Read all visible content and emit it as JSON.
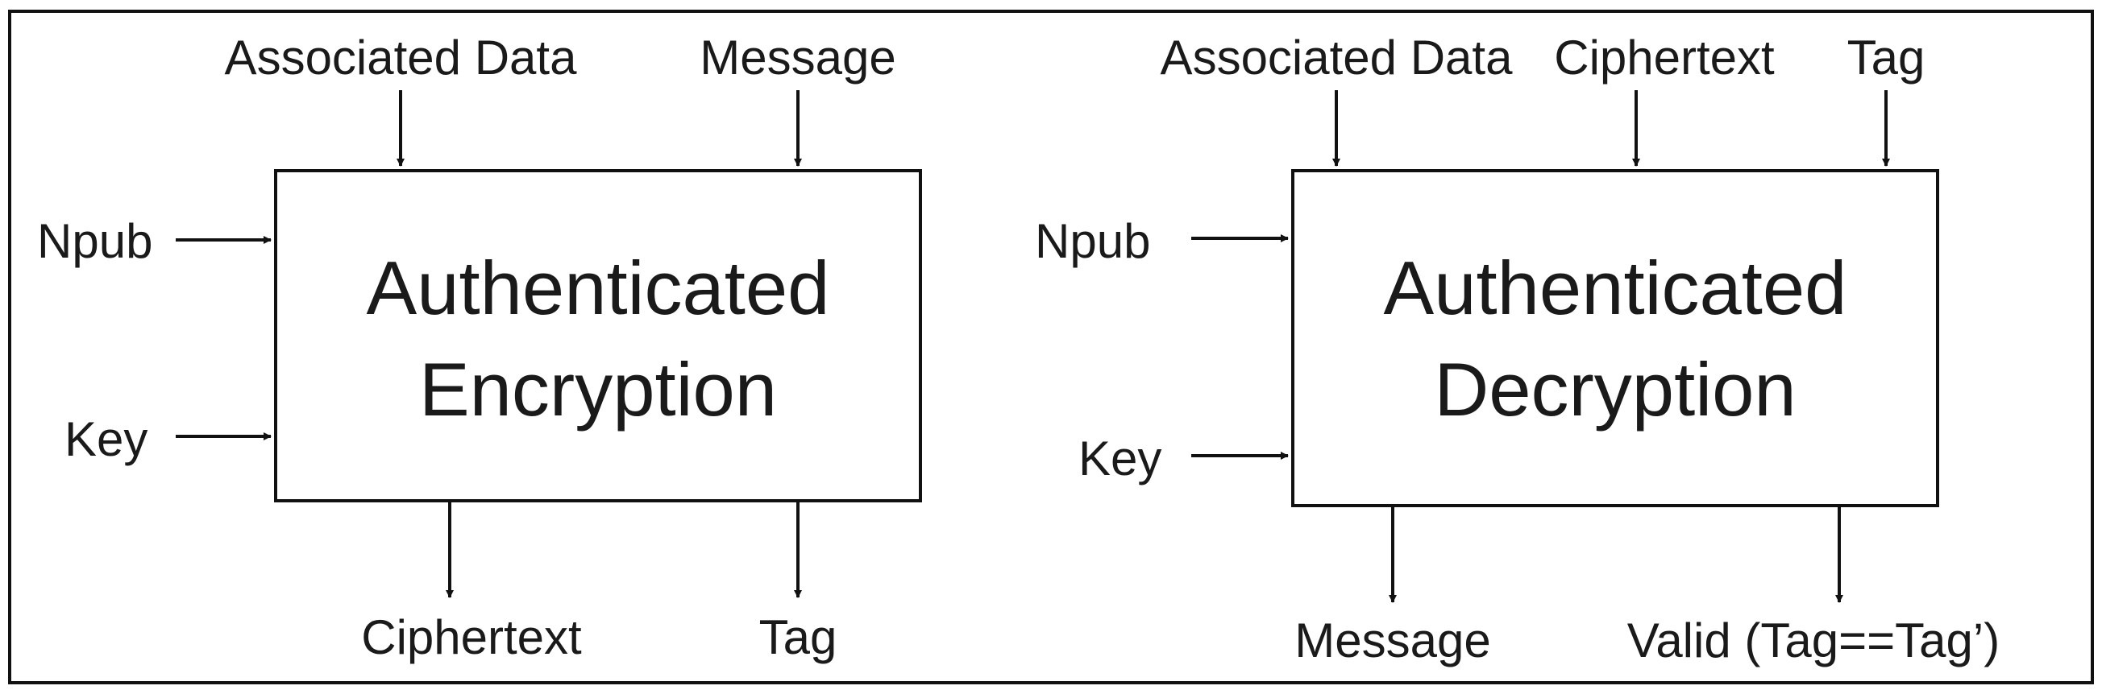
{
  "encryption": {
    "block_title_line1": "Authenticated",
    "block_title_line2": "Encryption",
    "inputs": {
      "associated_data": "Associated Data",
      "message": "Message",
      "npub": "Npub",
      "key": "Key"
    },
    "outputs": {
      "ciphertext": "Ciphertext",
      "tag": "Tag"
    }
  },
  "decryption": {
    "block_title_line1": "Authenticated",
    "block_title_line2": "Decryption",
    "inputs": {
      "associated_data": "Associated Data",
      "ciphertext": "Ciphertext",
      "tag": "Tag",
      "npub": "Npub",
      "key": "Key"
    },
    "outputs": {
      "message": "Message",
      "valid": "Valid (Tag==Tag’)"
    }
  }
}
